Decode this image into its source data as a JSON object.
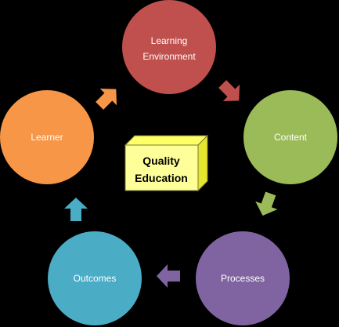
{
  "diagram": {
    "center": {
      "line1": "Quality",
      "line2": "Education",
      "colors": {
        "front": "#FFFF99",
        "top": "#FFFF66",
        "side": "#E6E62E",
        "stroke": "#7A7A3A"
      }
    },
    "nodes": [
      {
        "id": "learning-environment",
        "line1": "Learning",
        "line2": "Environment",
        "color": "#C0504D"
      },
      {
        "id": "content",
        "line1": "Content",
        "line2": "",
        "color": "#9BBB59"
      },
      {
        "id": "processes",
        "line1": "Processes",
        "line2": "",
        "color": "#8064A2"
      },
      {
        "id": "outcomes",
        "line1": "Outcomes",
        "line2": "",
        "color": "#4BACC6"
      },
      {
        "id": "learner",
        "line1": "Learner",
        "line2": "",
        "color": "#F79646"
      }
    ],
    "arrows": [
      {
        "from": "learner",
        "to": "learning-environment",
        "color": "#F79646"
      },
      {
        "from": "learning-environment",
        "to": "content",
        "color": "#C0504D"
      },
      {
        "from": "content",
        "to": "processes",
        "color": "#9BBB59"
      },
      {
        "from": "processes",
        "to": "outcomes",
        "color": "#8064A2"
      },
      {
        "from": "outcomes",
        "to": "learner",
        "color": "#4BACC6"
      }
    ]
  }
}
